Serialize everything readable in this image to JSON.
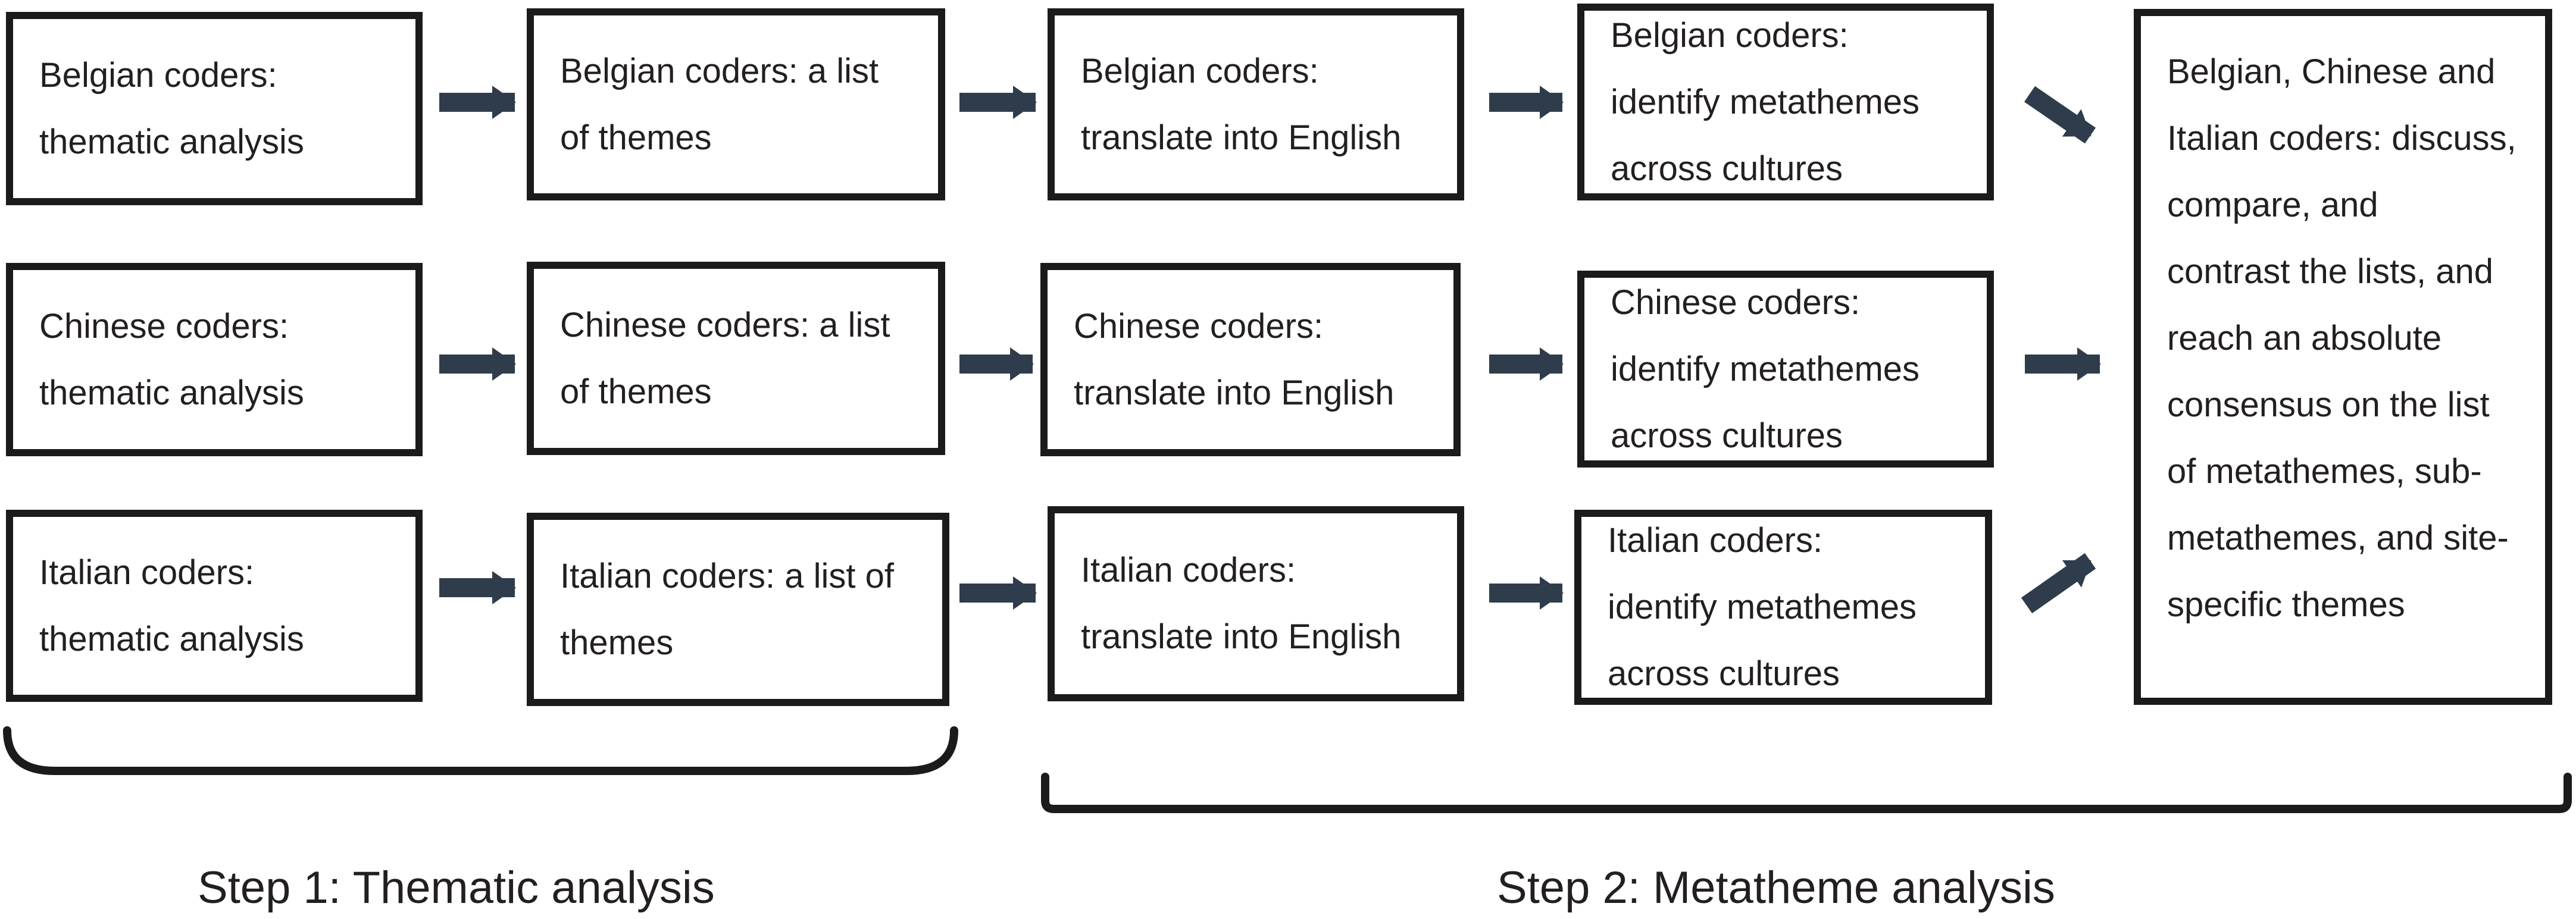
{
  "rows": [
    {
      "analysis": "Belgian coders:\nthematic analysis",
      "themes": "Belgian coders: a list\nof themes",
      "translate": "Belgian coders:\ntranslate into English",
      "metathemes": "Belgian coders:\nidentify metathemes\nacross cultures"
    },
    {
      "analysis": "Chinese coders:\nthematic analysis",
      "themes": "Chinese coders: a list\nof themes",
      "translate": "Chinese coders:\ntranslate into English",
      "metathemes": "Chinese coders:\nidentify metathemes\nacross cultures"
    },
    {
      "analysis": "Italian coders:\nthematic analysis",
      "themes": "Italian coders: a list of\nthemes",
      "translate": "Italian coders:\ntranslate into English",
      "metathemes": "Italian coders:\nidentify metathemes\nacross cultures"
    }
  ],
  "final": "Belgian, Chinese and\nItalian coders: discuss,\ncompare, and\ncontrast the lists, and\nreach an absolute\nconsensus on the list\nof metathemes, sub-\nmetathemes, and site-\nspecific themes",
  "steps": {
    "step1": "Step 1: Thematic analysis",
    "step2": "Step 2: Metatheme analysis"
  },
  "colors": {
    "border": "#1c1b1b",
    "arrow": "#2f3c4b",
    "text": "#231f20"
  }
}
